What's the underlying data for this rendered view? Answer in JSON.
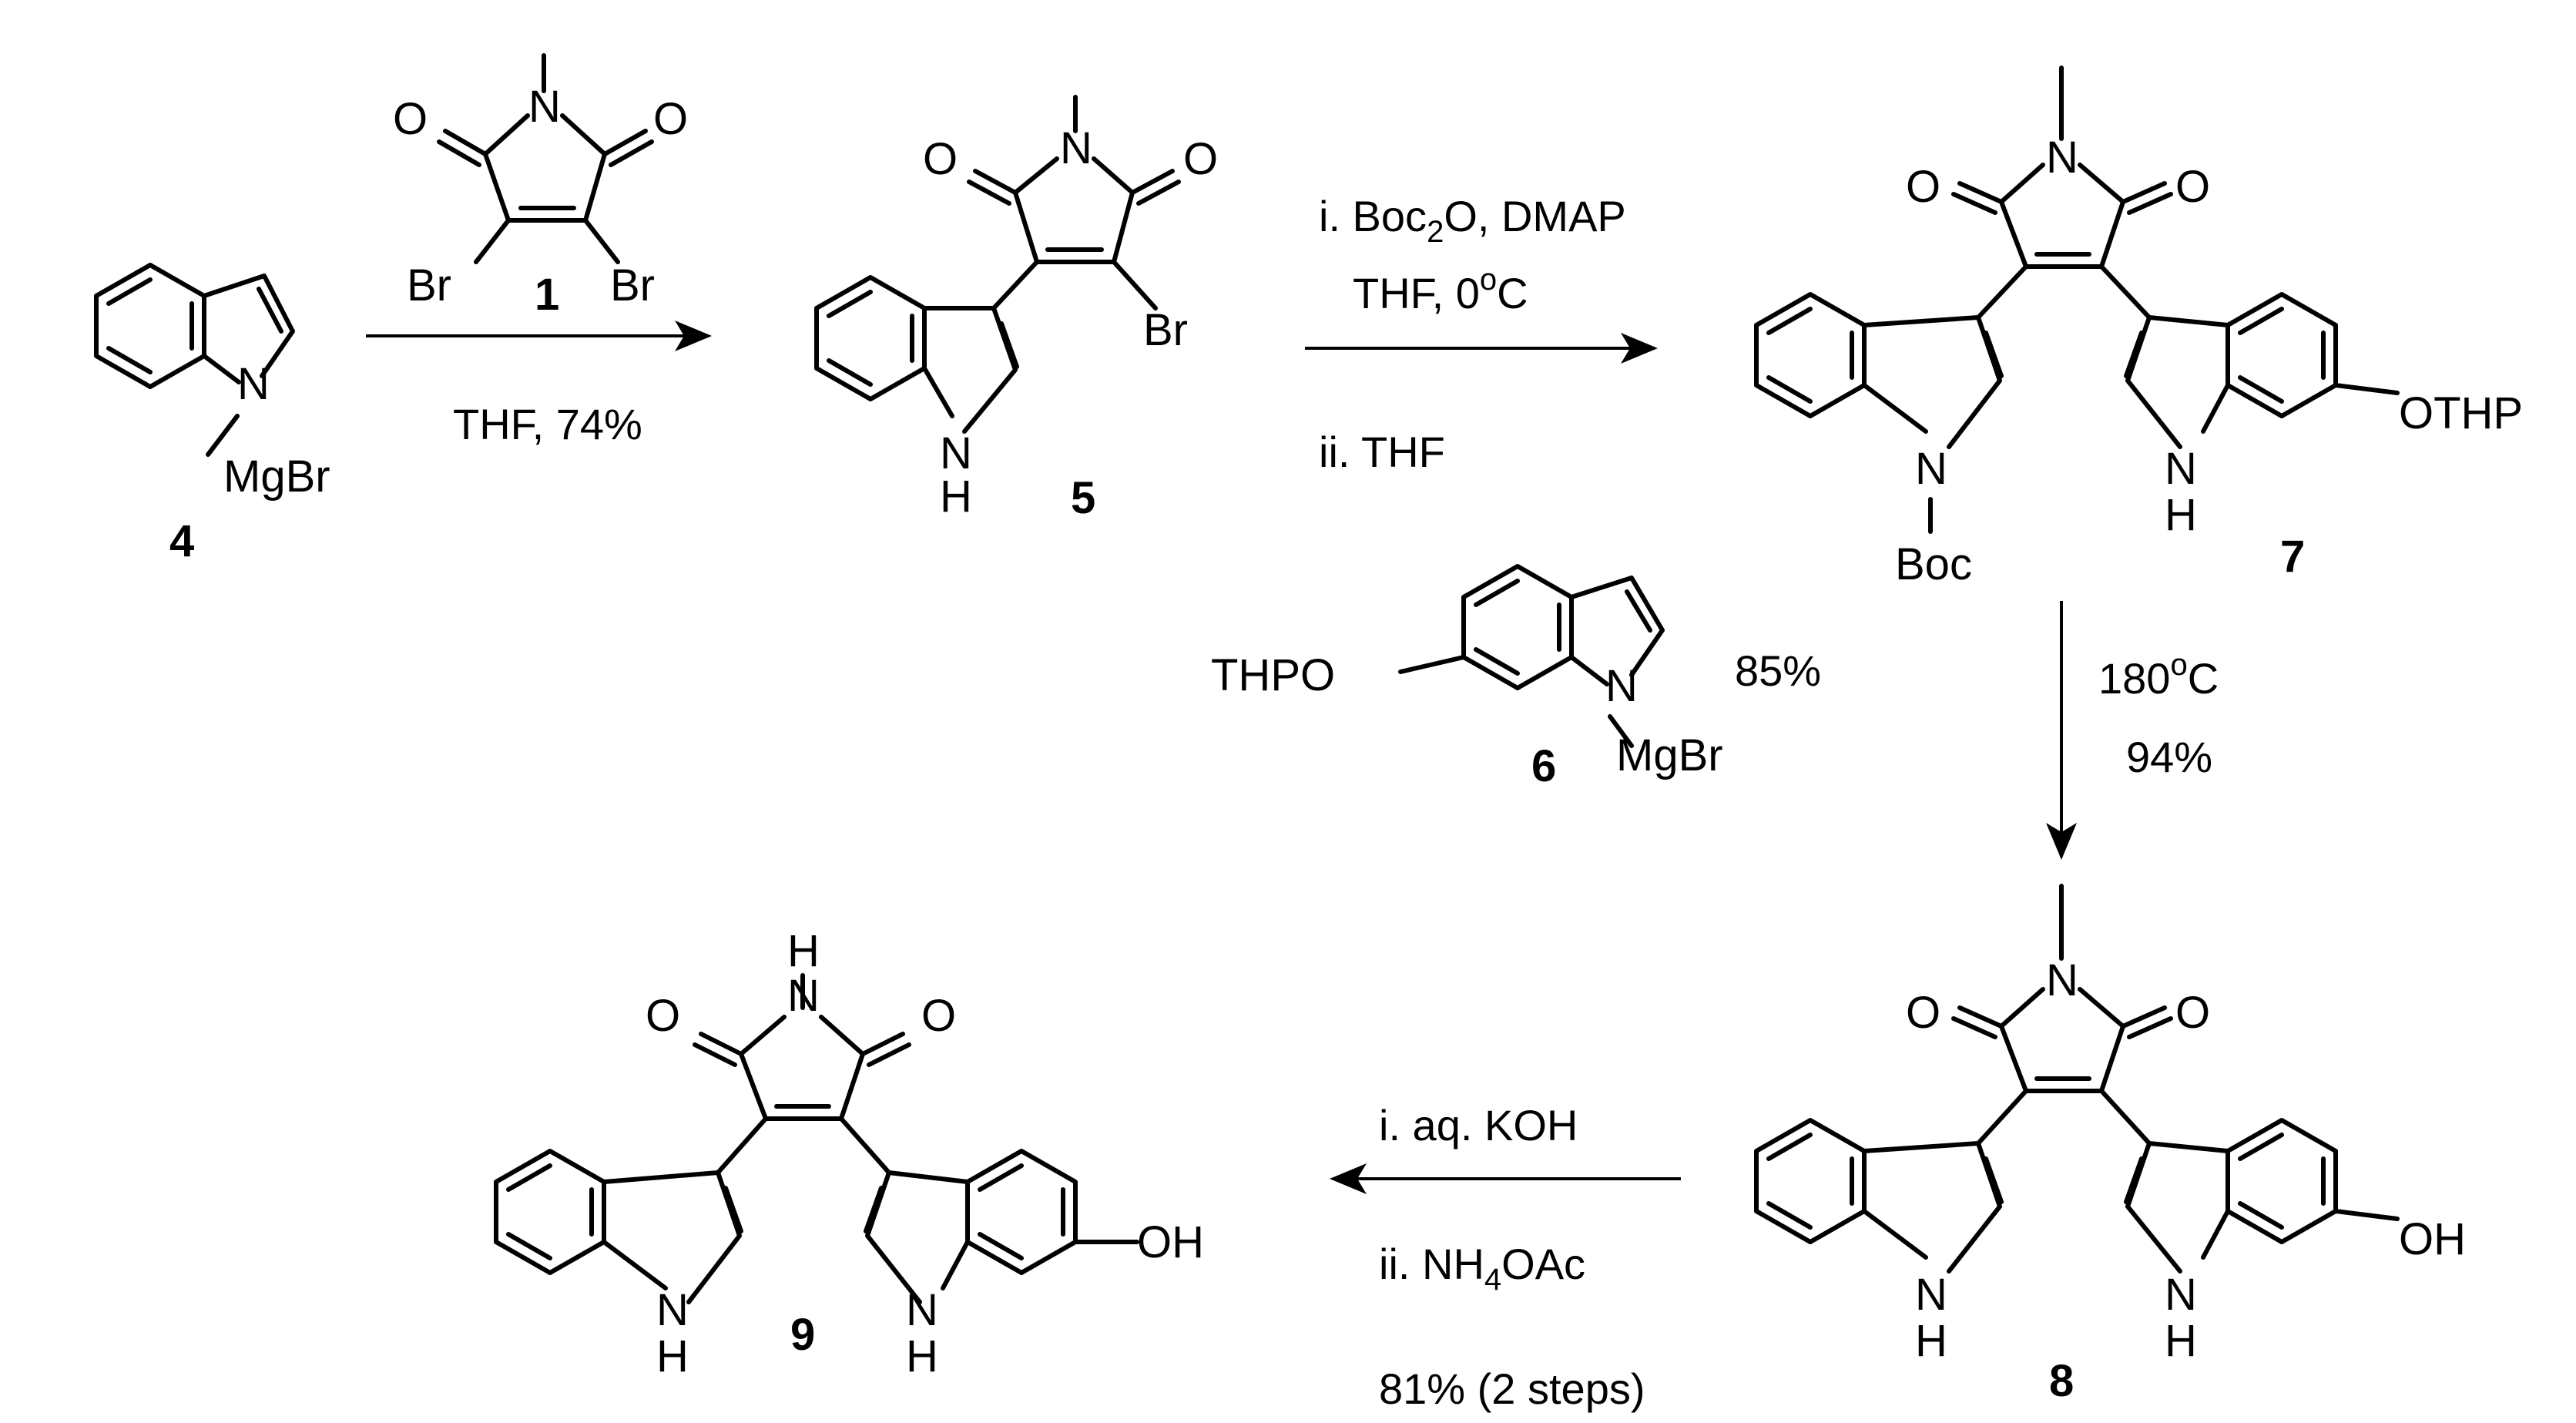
{
  "compounds": {
    "c4": {
      "label": "4",
      "atoms": {
        "n": "N",
        "mgbr": "MgBr"
      }
    },
    "c1": {
      "label": "1",
      "atoms": {
        "o1": "O",
        "n": "N",
        "o2": "O",
        "br1": "Br",
        "br2": "Br"
      }
    },
    "c5": {
      "label": "5",
      "atoms": {
        "o1": "O",
        "n": "N",
        "o2": "O",
        "br": "Br",
        "nh_n": "N",
        "nh_h": "H"
      }
    },
    "c7": {
      "label": "7",
      "atoms": {
        "o1": "O",
        "n": "N",
        "o2": "O",
        "nboc_n": "N",
        "boc": "Boc",
        "nh_n": "N",
        "nh_h": "H",
        "othp": "OTHP"
      }
    },
    "c6": {
      "label": "6",
      "atoms": {
        "thpo": "THPO",
        "n": "N",
        "mgbr": "MgBr"
      }
    },
    "c8": {
      "label": "8",
      "atoms": {
        "o1": "O",
        "n": "N",
        "o2": "O",
        "nh1_n": "N",
        "nh1_h": "H",
        "nh2_n": "N",
        "nh2_h": "H",
        "oh": "OH"
      }
    },
    "c9": {
      "label": "9",
      "atoms": {
        "h": "H",
        "n": "N",
        "o1": "O",
        "o2": "O",
        "nh1_n": "N",
        "nh1_h": "H",
        "nh2_n": "N",
        "nh2_h": "H",
        "oh": "OH"
      }
    }
  },
  "steps": {
    "step1": {
      "below": "THF, 74%"
    },
    "step2": {
      "line1_pre": "i. Boc",
      "line1_sub": "2",
      "line1_post": "O, DMAP",
      "line2_pre": "THF, 0",
      "line2_sup": "o",
      "line2_post": "C",
      "line3": "ii. THF",
      "yield": "85%"
    },
    "step3": {
      "temp_pre": "180",
      "temp_sup": "o",
      "temp_post": "C",
      "yield": "94%"
    },
    "step4": {
      "line1": "i. aq. KOH",
      "line2_pre": "ii. NH",
      "line2_sub": "4",
      "line2_post": "OAc",
      "yield": "81% (2 steps)"
    }
  }
}
